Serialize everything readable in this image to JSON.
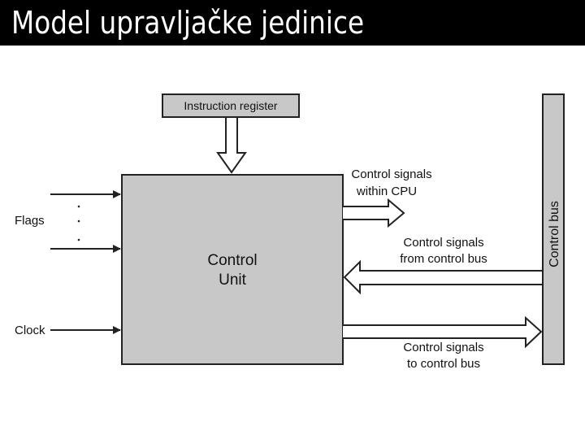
{
  "slide": {
    "title": "Model upravljačke jedinice"
  },
  "diagram": {
    "instruction_register": "Instruction register",
    "control_unit_line1": "Control",
    "control_unit_line2": "Unit",
    "flags_label": "Flags",
    "clock_label": "Clock",
    "signals_within_cpu_line1": "Control signals",
    "signals_within_cpu_line2": "within CPU",
    "signals_from_bus_line1": "Control signals",
    "signals_from_bus_line2": "from control bus",
    "signals_to_bus_line1": "Control signals",
    "signals_to_bus_line2": "to  control bus",
    "control_bus_label": "Control bus"
  },
  "colors": {
    "title_bar": "#000000",
    "title_text": "#ffffff",
    "block_fill": "#c8c8c8",
    "bus_fill": "#c8c8c8",
    "stroke": "#222222"
  }
}
